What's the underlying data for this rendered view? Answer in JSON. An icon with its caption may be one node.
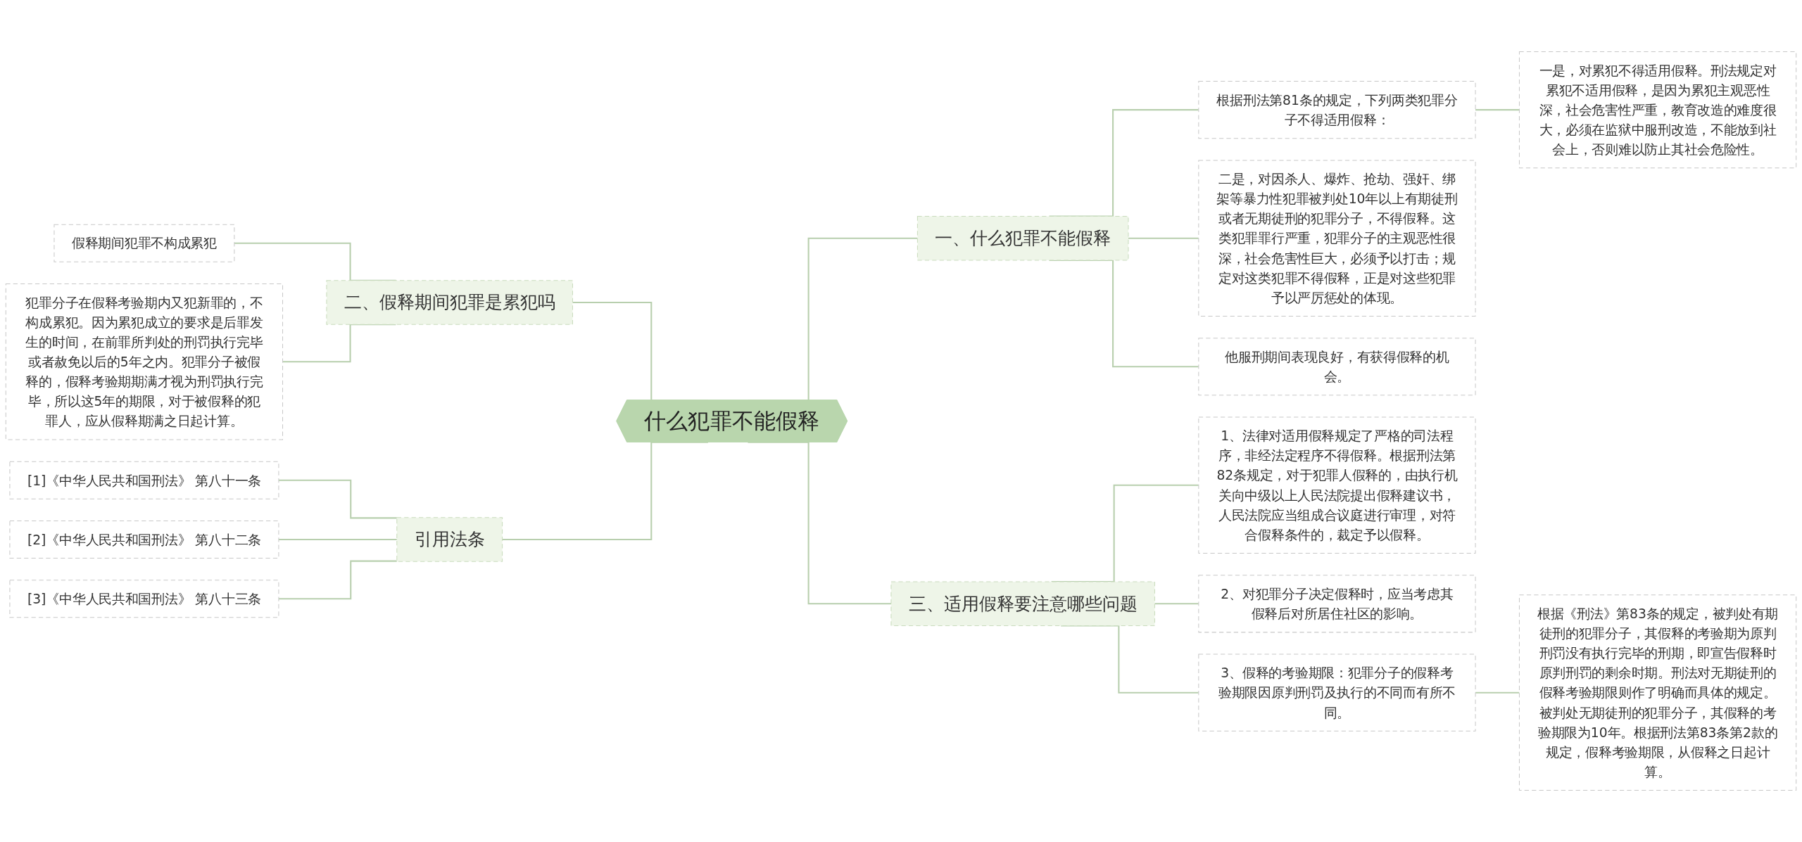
{
  "diagram": {
    "nodes": [
      {
        "text": [
          "什么犯罪不能假释"
        ]
      },
      {
        "text": [
          "二、假释期间犯罪是累犯吗"
        ]
      },
      {
        "text": [
          "假释期间犯罪不构成累犯"
        ]
      },
      {
        "text": [
          "犯罪分子在假释考验期内又犯新罪的，不构成累犯。因为累犯成立的要求是后罪发生的时间，在前罪所判处的刑罚执行完毕或者赦免以后的5年之内。犯罪分子被假释的，假释考验期期满才视为刑罚执行完毕，所以这5年的期限，对于被假释的犯罪人，应从假释期满之日起计算。"
        ]
      },
      {
        "text": [
          "引用法条"
        ]
      },
      {
        "text": [
          "[1]《中华人民共和国刑法》 第八十一条"
        ]
      },
      {
        "text": [
          "[2]《中华人民共和国刑法》 第八十二条"
        ]
      },
      {
        "text": [
          "[3]《中华人民共和国刑法》 第八十三条"
        ]
      },
      {
        "text": [
          "一、什么犯罪不能假释"
        ]
      },
      {
        "text": [
          "根据刑法第81条的规定，下列两类犯罪分子不得适用假释："
        ]
      },
      {
        "text": [
          "一是，对累犯不得适用假释。刑法规定对累犯不适用假释，是因为累犯主观恶性深，社会危害性严重，教育改造的难度很大，必须在监狱中服刑改造，不能放到社会上，否则难以防止其社会危险性。"
        ]
      },
      {
        "text": [
          "二是，对因杀人、爆炸、抢劫、强奸、绑架等暴力性犯罪被判处10年以上有期徒刑或者无期徒刑的犯罪分子，不得假释。这类犯罪罪行严重，犯罪分子的主观恶性很深，社会危害性巨大，必须予以打击；规定对这类犯罪不得假释，正是对这些犯罪予以严厉惩处的体现。"
        ]
      },
      {
        "text": [
          "他服刑期间表现良好，有获得假释的机会。"
        ]
      },
      {
        "text": [
          "三、适用假释要注意哪些问题"
        ]
      },
      {
        "text": [
          "1、法律对适用假释规定了严格的司法程序，非经法定程序不得假释。根据刑法第82条规定，对于犯罪人假释的，由执行机关向中级以上人民法院提出假释建议书，人民法院应当组成合议庭进行审理，对符合假释条件的，裁定予以假释。"
        ]
      },
      {
        "text": [
          "2、对犯罪分子决定假释时，应当考虑其假释后对所居住社区的影响。"
        ]
      },
      {
        "text": [
          "3、假释的考验期限：犯罪分子的假释考验期限因原判刑罚及执行的不同而有所不同。"
        ]
      },
      {
        "text": [
          "根据《刑法》第83条的规定，被判处有期徒刑的犯罪分子，其假释的考验期为原判刑罚没有执行完毕的刑期，即宣告假释时原判刑罚的剩余时期。刑法对无期徒刑的假释考验期限则作了明确而具体的规定。被判处无期徒刑的犯罪分子，其假释的考验期限为10年。根据刑法第83条第2款的规定，假释考验期限，从假释之日起计算。"
        ]
      }
    ],
    "edges": [
      {
        "from": 2,
        "to": 1,
        "arrow": "none"
      },
      {
        "from": 3,
        "to": 1,
        "arrow": "none"
      },
      {
        "from": 1,
        "to": 0,
        "arrow": "none"
      },
      {
        "from": 5,
        "to": 4,
        "arrow": "none"
      },
      {
        "from": 6,
        "to": 4,
        "arrow": "none"
      },
      {
        "from": 7,
        "to": 4,
        "arrow": "none"
      },
      {
        "from": 4,
        "to": 0,
        "arrow": "none"
      },
      {
        "from": 0,
        "to": 8,
        "arrow": "none"
      },
      {
        "from": 8,
        "to": 9,
        "arrow": "none"
      },
      {
        "from": 9,
        "to": 10,
        "arrow": "none"
      },
      {
        "from": 8,
        "to": 11,
        "arrow": "none"
      },
      {
        "from": 8,
        "to": 12,
        "arrow": "none"
      },
      {
        "from": 0,
        "to": 13,
        "arrow": "none"
      },
      {
        "from": 13,
        "to": 14,
        "arrow": "none"
      },
      {
        "from": 13,
        "to": 15,
        "arrow": "none"
      },
      {
        "from": 13,
        "to": 16,
        "arrow": "none"
      },
      {
        "from": 16,
        "to": 17,
        "arrow": "none"
      }
    ]
  }
}
